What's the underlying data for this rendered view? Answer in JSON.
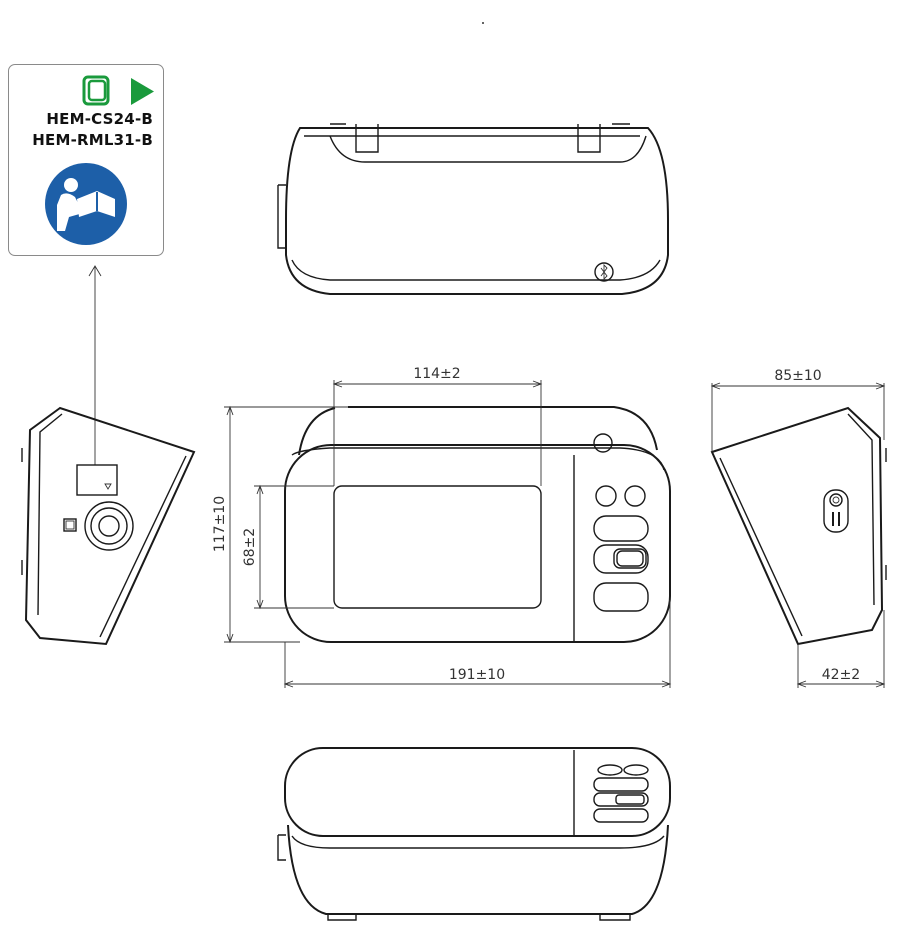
{
  "label": {
    "models": [
      "HEM-CS24-B",
      "HEM-RML31-B"
    ],
    "icons": [
      "cuff-connect-icon",
      "play-arrow-icon",
      "read-manual-icon"
    ],
    "colors": {
      "accent_green": "#1a9a3c",
      "manual_blue": "#1d5fa8"
    }
  },
  "dimensions": {
    "display_width": "114±2",
    "overall_depth": "85±10",
    "overall_height": "117±10",
    "display_height": "68±2",
    "overall_width": "191±10",
    "base_depth": "42±2"
  }
}
